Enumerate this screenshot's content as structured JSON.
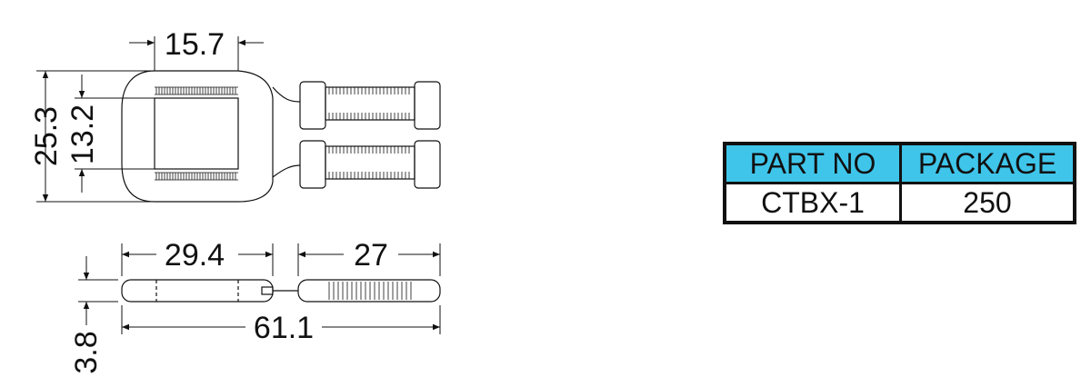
{
  "drawing": {
    "top_view": {
      "width_label": "15.7",
      "outer_height_label": "25.3",
      "window_height_label": "13.2"
    },
    "side_view": {
      "head_length_label": "29.4",
      "strap_length_label": "27",
      "total_length_label": "61.1",
      "thickness_label": "3.8"
    }
  },
  "table": {
    "headers": [
      "PART NO",
      "PACKAGE"
    ],
    "rows": [
      [
        "CTBX-1",
        "250"
      ]
    ],
    "header_color": "#3fc5ea"
  }
}
